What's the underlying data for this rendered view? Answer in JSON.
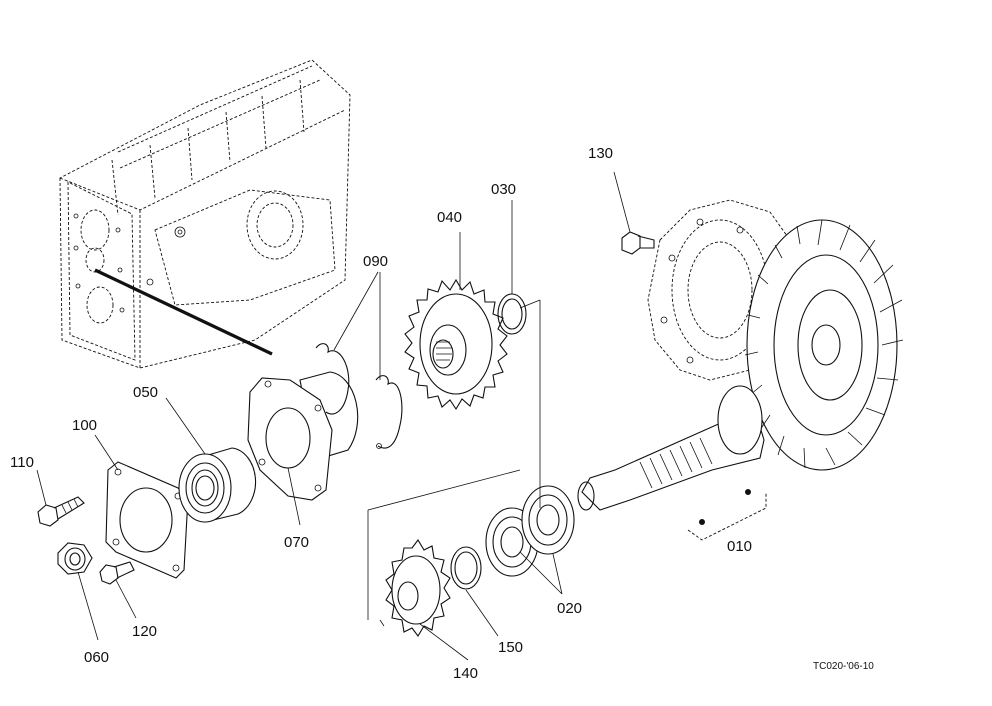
{
  "diagram": {
    "labels": {
      "p010": "010",
      "p020": "020",
      "p030": "030",
      "p040": "040",
      "p050": "050",
      "p060": "060",
      "p070": "070",
      "p090": "090",
      "p100": "100",
      "p110": "110",
      "p120": "120",
      "p130": "130",
      "p140": "140",
      "p150": "150"
    },
    "drawing_code": "TC020-'06-10"
  }
}
